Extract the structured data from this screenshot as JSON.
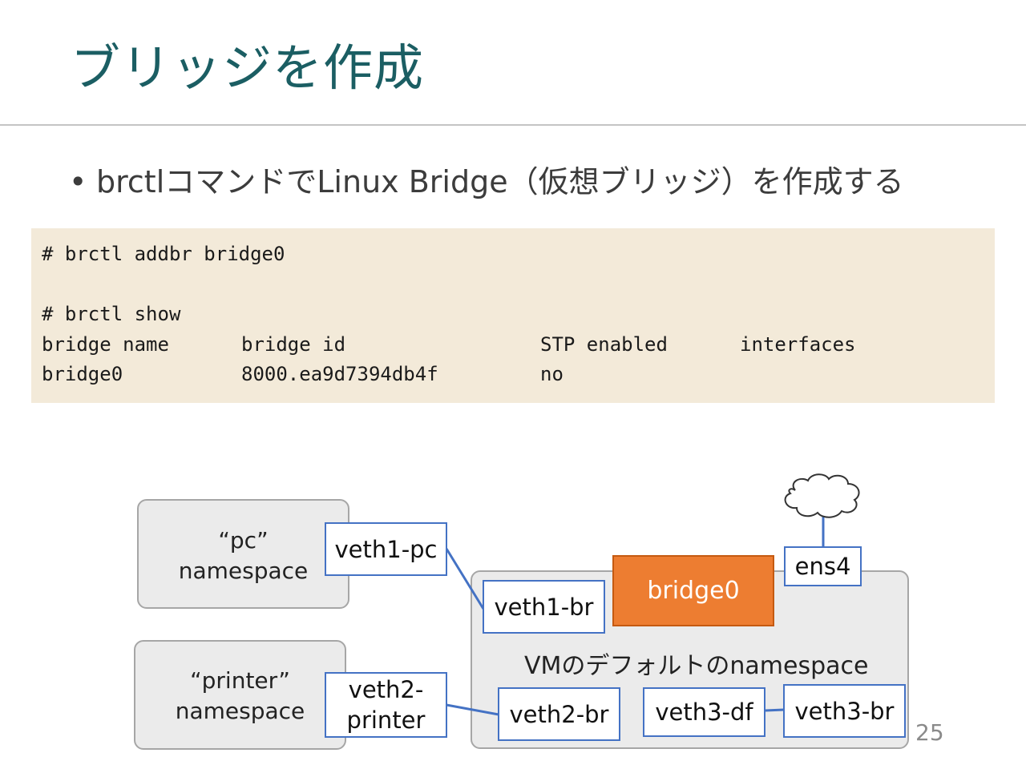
{
  "slide": {
    "title": "ブリッジを作成",
    "bullet": "brctlコマンドでLinux Bridge（仮想ブリッジ）を作成する",
    "bullet_marker": "•",
    "page_number": "25"
  },
  "code": {
    "line1": "# brctl addbr bridge0",
    "line2": "# brctl show",
    "headers": [
      "bridge name",
      "bridge id",
      "STP enabled",
      "interfaces"
    ],
    "row": [
      "bridge0",
      "8000.ea9d7394db4f",
      "no",
      ""
    ]
  },
  "diagram": {
    "pc_namespace": {
      "line1": "“pc”",
      "line2": "namespace"
    },
    "printer_namespace": {
      "line1": "“printer”",
      "line2": "namespace"
    },
    "vm_namespace_label": "VMのデフォルトのnamespace",
    "bridge": "bridge0",
    "interfaces": {
      "veth1_pc": "veth1-pc",
      "veth1_br": "veth1-br",
      "veth2_printer_line1": "veth2-",
      "veth2_printer_line2": "printer",
      "veth2_br": "veth2-br",
      "veth3_df": "veth3-df",
      "veth3_br": "veth3-br",
      "ens4": "ens4"
    },
    "colors": {
      "link": "#4472c4",
      "bridge_fill": "#ed7d31",
      "namespace_fill": "#ebebeb",
      "title": "#1b5e63"
    },
    "icons": {
      "external_network": "cloud-icon"
    }
  }
}
